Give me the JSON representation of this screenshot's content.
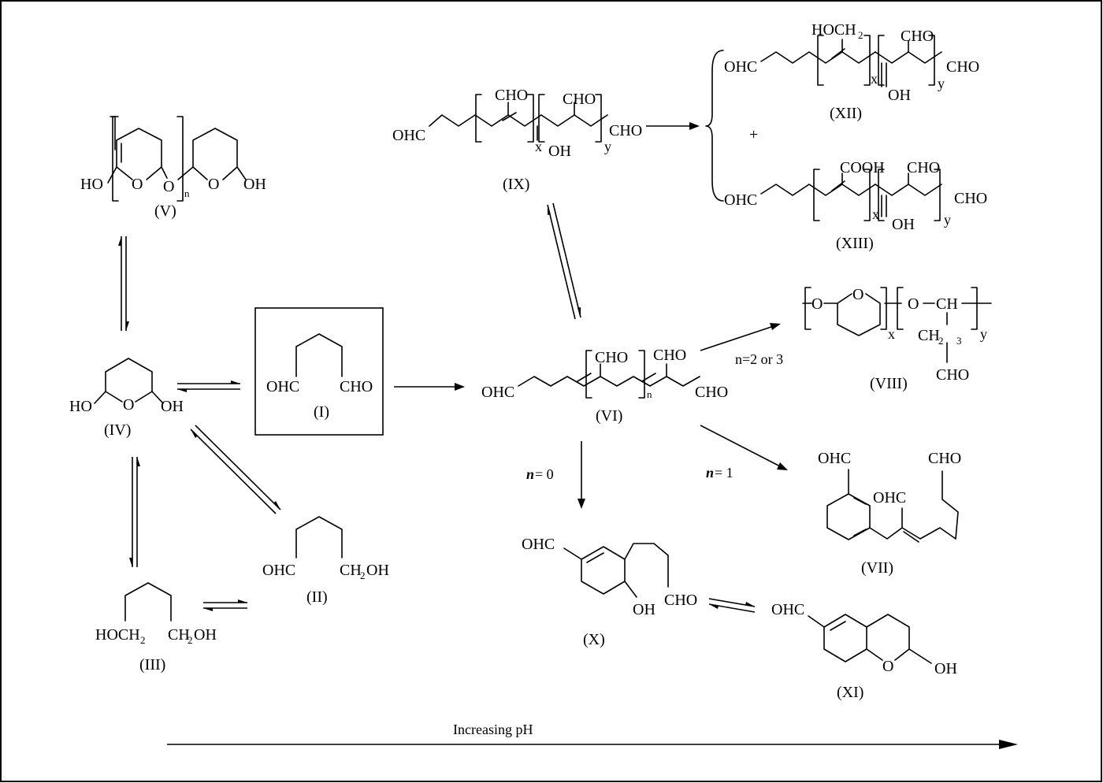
{
  "labels": {
    "IV": "(IV)",
    "I": "(I)",
    "II": "(II)",
    "III": "(III)",
    "V": "(V)",
    "VI": "(VI)",
    "VII": "(VII)",
    "VIII": "(VIII)",
    "IX": "(IX)",
    "X": "(X)",
    "XI": "(XI)",
    "XII": "(XII)",
    "XIII": "(XIII)"
  },
  "groups": {
    "HO": "HO",
    "OH": "OH",
    "O": "O",
    "OHC": "OHC",
    "CHO": "CHO",
    "HOCH": "HOCH",
    "CH": "CH",
    "COOH": "COOH",
    "two": "2",
    "three": "3",
    "n": "n",
    "x": "x",
    "y": "y",
    "plus": "+"
  },
  "conditions": {
    "n0_n": "n",
    "n0_rest": " = 0",
    "n1_n": "n",
    "n1_rest": " = 1",
    "n23": "n=2 or 3"
  },
  "axis": {
    "label": "Increasing pH"
  }
}
